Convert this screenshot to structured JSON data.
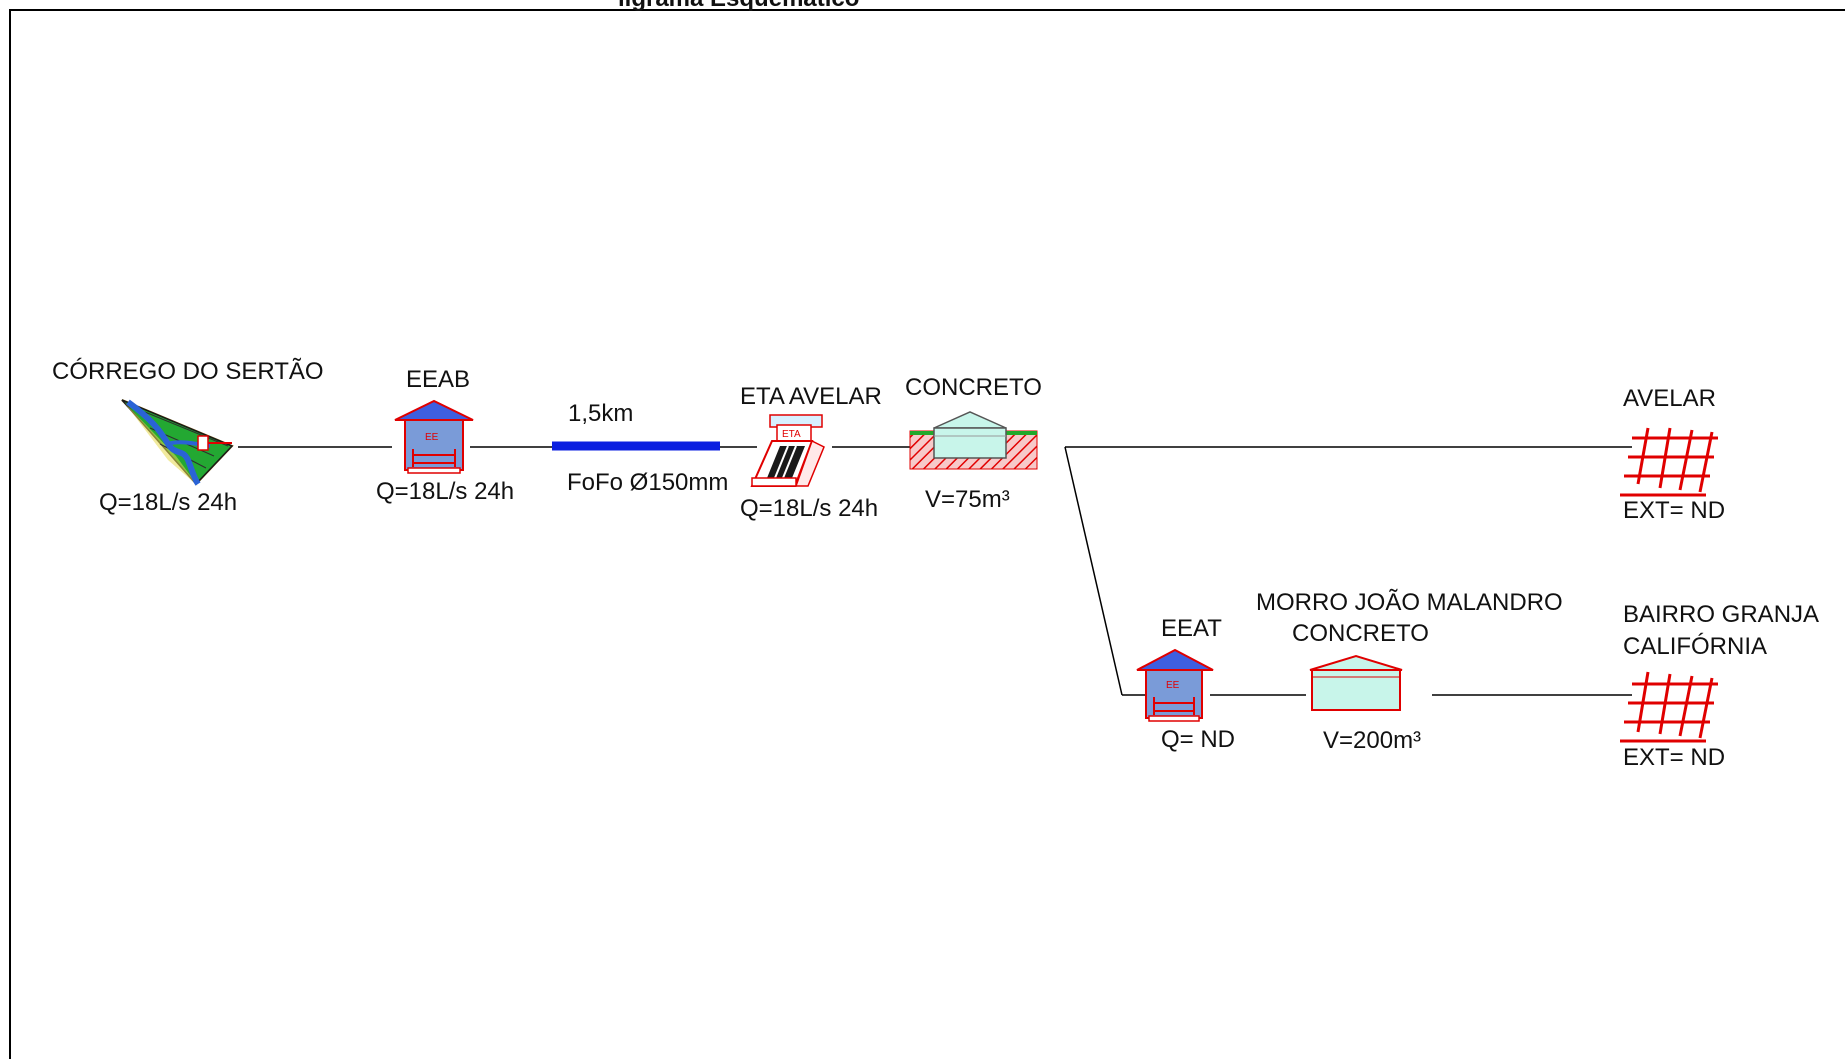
{
  "title_fragment": "ligrama Esquemático",
  "nodes": {
    "source": {
      "name": "CÓRREGO DO SERTÃO",
      "flow": "Q=18L/s 24h"
    },
    "eeab": {
      "name": "EEAB",
      "flow": "Q=18L/s 24h",
      "icon_text": "EE"
    },
    "pipe": {
      "length": "1,5km",
      "spec": "FoFo Ø150mm"
    },
    "eta": {
      "name": "ETA AVELAR",
      "flow": "Q=18L/s 24h",
      "icon_text": "ETA"
    },
    "reservoir1": {
      "name": "CONCRETO",
      "volume": "V=75m³"
    },
    "avelar": {
      "name": "AVELAR",
      "ext": "EXT= ND"
    },
    "eeat": {
      "name": "EEAT",
      "flow": "Q= ND",
      "icon_text": "EE"
    },
    "reservoir2": {
      "name_line1": "MORRO JOÃO MALANDRO",
      "name_line2": "CONCRETO",
      "volume": "V=200m³"
    },
    "granja": {
      "name_line1": "BAIRRO GRANJA",
      "name_line2": "CALIFÓRNIA",
      "ext": "EXT= ND"
    }
  },
  "colors": {
    "pipe_main": "#0b1fe0",
    "pump_roof": "#3e5fe0",
    "pump_body": "#7a9bd8",
    "red_outline": "#ff0000",
    "reservoir_fill": "#c8f5ea",
    "grass": "#22a82b",
    "river": "#2a63d6"
  }
}
